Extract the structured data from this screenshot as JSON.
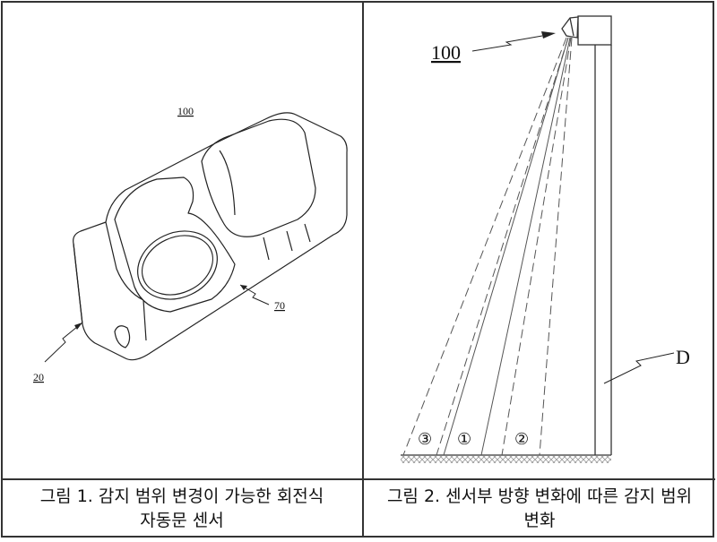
{
  "figure1": {
    "labels": {
      "main": "100",
      "lens": "70",
      "body": "20"
    },
    "caption_line1": "그림 1. 감지 범위 변경이 가능한 회전식",
    "caption_line2": "자동문 센서"
  },
  "figure2": {
    "labels": {
      "sensor": "100",
      "door": "D",
      "zone3": "③",
      "zone1": "①",
      "zone2": "②"
    },
    "caption_line1": "그림 2. 센서부 방향 변화에 따른 감지 범위",
    "caption_line2": "변화"
  }
}
